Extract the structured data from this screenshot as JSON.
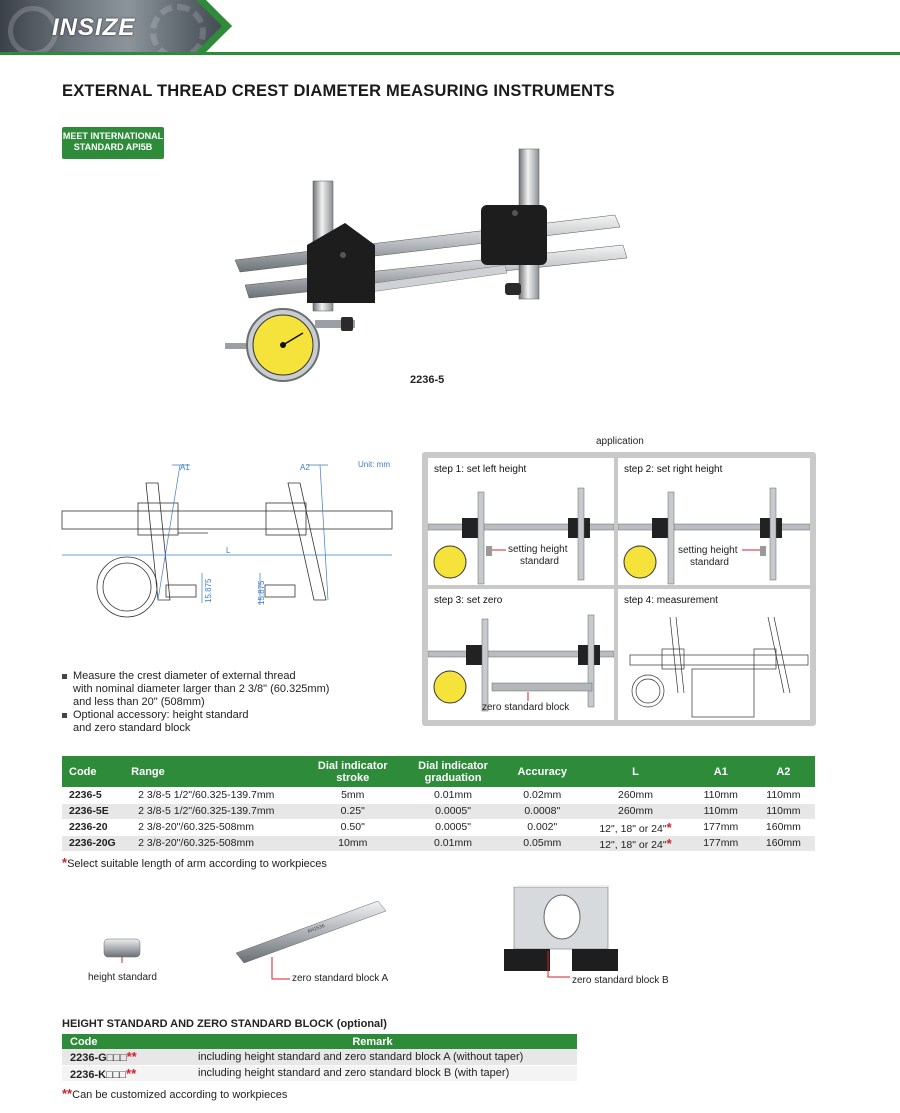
{
  "brand": "INSIZE",
  "title": "EXTERNAL THREAD CREST DIAMETER MEASURING INSTRUMENTS",
  "badge": {
    "line1": "MEET INTERNATIONAL",
    "line2": "STANDARD API5B"
  },
  "model_label": "2236-5",
  "diagram": {
    "unit": "Unit: mm",
    "a1": "A1",
    "a2": "A2",
    "l": "L",
    "dim1": "15.875",
    "dim2": "15.875"
  },
  "application": {
    "title": "application",
    "steps": [
      {
        "label": "step 1: set left height",
        "callout1": "setting height",
        "callout2": "standard"
      },
      {
        "label": "step 2: set right height",
        "callout1": "setting height",
        "callout2": "standard"
      },
      {
        "label": "step 3: set zero",
        "callout1": "zero standard block",
        "callout2": ""
      },
      {
        "label": "step 4: measurement",
        "callout1": "",
        "callout2": ""
      }
    ]
  },
  "bullets": [
    [
      "Measure the crest diameter of external thread",
      "with nominal diameter larger than 2 3/8\" (60.325mm)",
      "and less than 20\" (508mm)"
    ],
    [
      "Optional accessory: height standard",
      "and zero standard block"
    ]
  ],
  "spec_table": {
    "headers": [
      "Code",
      "Range",
      "Dial indicator stroke",
      "Dial indicator graduation",
      "Accuracy",
      "L",
      "A1",
      "A2"
    ],
    "rows": [
      [
        "2236-5",
        "2 3/8-5 1/2\"/60.325-139.7mm",
        "5mm",
        "0.01mm",
        "0.02mm",
        "260mm",
        "110mm",
        "110mm"
      ],
      [
        "2236-5E",
        "2 3/8-5 1/2\"/60.325-139.7mm",
        "0.25\"",
        "0.0005\"",
        "0.0008\"",
        "260mm",
        "110mm",
        "110mm"
      ],
      [
        "2236-20",
        "2 3/8-20\"/60.325-508mm",
        "0.50\"",
        "0.0005\"",
        "0.002\"",
        "12\", 18\" or 24\"",
        "177mm",
        "160mm"
      ],
      [
        "2236-20G",
        "2 3/8-20\"/60.325-508mm",
        "10mm",
        "0.01mm",
        "0.05mm",
        "12\", 18\" or 24\"",
        "177mm",
        "160mm"
      ]
    ],
    "star_rows": [
      2,
      3
    ]
  },
  "note_star": "*",
  "note1": "Select suitable length of arm according to workpieces",
  "accessories": {
    "height": "height  standard",
    "zero_a": "zero standard block A",
    "zero_b": "zero standard block B",
    "rod_text": "AH1536"
  },
  "optional": {
    "title": "HEIGHT STANDARD AND ZERO STANDARD BLOCK (optional)",
    "headers": [
      "Code",
      "Remark"
    ],
    "rows": [
      [
        "2236-G□□□",
        "including height standard and zero standard block A (without taper)"
      ],
      [
        "2236-K□□□",
        "including height standard and zero standard block B (with taper)"
      ]
    ]
  },
  "note_star2": "**",
  "note2": "Can be customized according to workpieces"
}
